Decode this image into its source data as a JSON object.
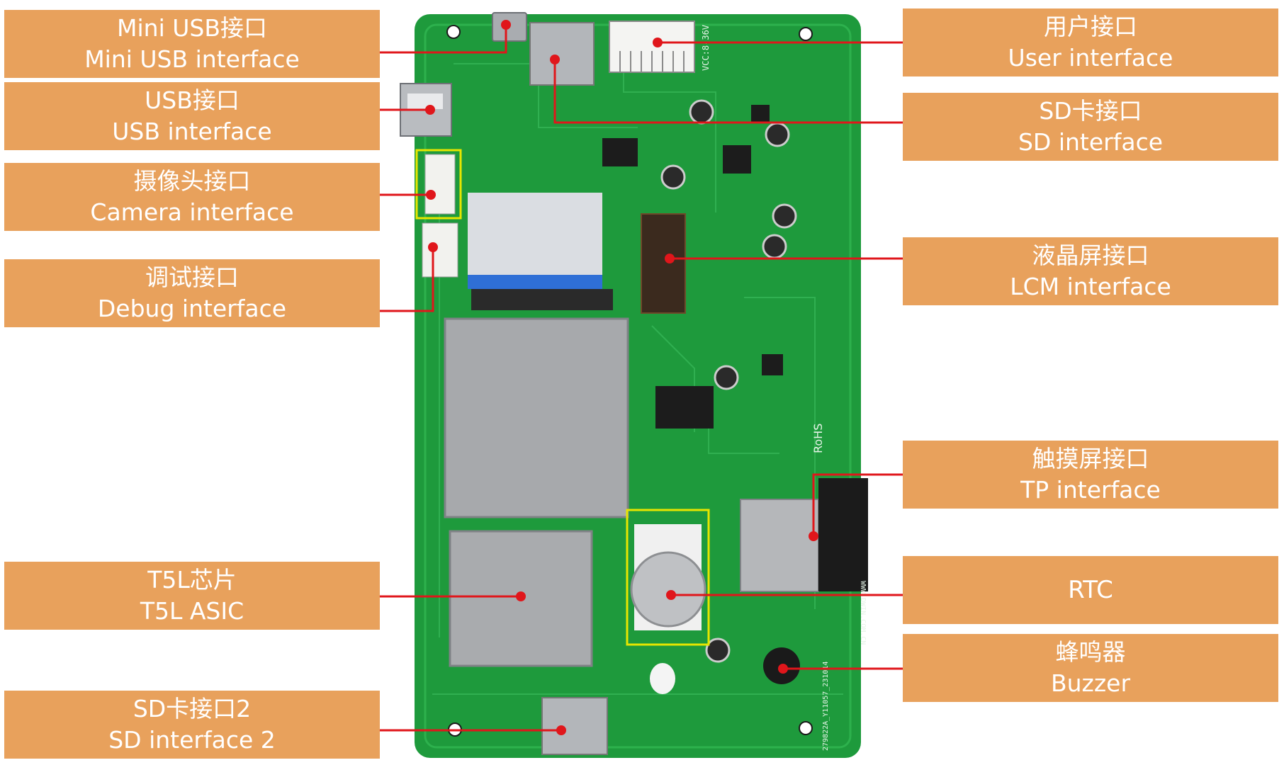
{
  "colors": {
    "label_bg": "#E8A15C",
    "label_text": "#FFFFFF",
    "leader_line": "#E0161B",
    "pcb_green": "#1E9A3C",
    "callout_frame": "#E6E600"
  },
  "board": {
    "silkscreen": {
      "rohs": "RoHS",
      "vcc": "VCC:8-36V",
      "website": "WWW.DWIN.COM.CN",
      "part_no": "279822A_Y11057_231014"
    }
  },
  "labels": [
    {
      "id": "mini-usb",
      "zh": "Mini USB接口",
      "en": "Mini USB interface"
    },
    {
      "id": "usb",
      "zh": "USB接口",
      "en": "USB interface"
    },
    {
      "id": "camera",
      "zh": "摄像头接口",
      "en": "Camera interface"
    },
    {
      "id": "debug",
      "zh": "调试接口",
      "en": "Debug interface"
    },
    {
      "id": "t5l",
      "zh": "T5L芯片",
      "en": "T5L ASIC"
    },
    {
      "id": "sd2",
      "zh": "SD卡接口2",
      "en": "SD interface 2"
    },
    {
      "id": "user",
      "zh": "用户接口",
      "en": "User interface"
    },
    {
      "id": "sd",
      "zh": "SD卡接口",
      "en": "SD interface"
    },
    {
      "id": "lcm",
      "zh": "液晶屏接口",
      "en": "LCM interface"
    },
    {
      "id": "tp",
      "zh": "触摸屏接口",
      "en": "TP interface"
    },
    {
      "id": "rtc",
      "zh": "",
      "en": "RTC"
    },
    {
      "id": "buzzer",
      "zh": "蜂鸣器",
      "en": "Buzzer"
    }
  ]
}
